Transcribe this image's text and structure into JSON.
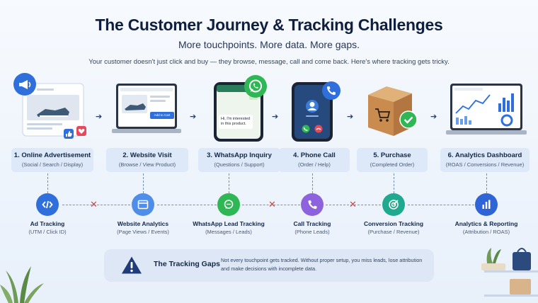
{
  "header": {
    "title": "The Customer Journey & Tracking Challenges",
    "subtitle": "More touchpoints. More data. More gaps.",
    "intro": "Your customer doesn't just click and buy — they browse, message, call and come back. Here's where tracking gets tricky."
  },
  "stages": [
    {
      "title": "1. Online Advertisement",
      "sub": "(Social / Search / Display)",
      "icon": "megaphone-icon"
    },
    {
      "title": "2. Website Visit",
      "sub": "(Browse / View Product)",
      "icon": "laptop-icon",
      "button": "Add to Cart"
    },
    {
      "title": "3. WhatsApp Inquiry",
      "sub": "(Questions / Support)",
      "icon": "whatsapp-icon",
      "message": "Hi, I'm interested in this product."
    },
    {
      "title": "4. Phone Call",
      "sub": "(Order / Help)",
      "icon": "phone-icon"
    },
    {
      "title": "5. Purchase",
      "sub": "(Completed Order)",
      "icon": "cart-icon"
    },
    {
      "title": "6. Analytics Dashboard",
      "sub": "(ROAS / Conversions / Revenue)",
      "icon": "dashboard-icon"
    }
  ],
  "tracking": [
    {
      "title": "Ad Tracking",
      "sub": "(UTM / Click ID)",
      "color": "#2f6fdc",
      "icon": "code-icon"
    },
    {
      "title": "Website Analytics",
      "sub": "(Page Views / Events)",
      "color": "#4f8ee8",
      "icon": "browser-icon"
    },
    {
      "title": "WhatsApp Lead Tracking",
      "sub": "(Messages / Leads)",
      "color": "#2fb655",
      "icon": "chat-icon"
    },
    {
      "title": "Call Tracking",
      "sub": "(Phone Leads)",
      "color": "#8d63dd",
      "icon": "phone-icon"
    },
    {
      "title": "Conversion Tracking",
      "sub": "(Purchase / Revenue)",
      "color": "#1fa98e",
      "icon": "target-icon"
    },
    {
      "title": "Analytics & Reporting",
      "sub": "(Attribution / ROAS)",
      "color": "#2f64d6",
      "icon": "bar-chart-icon"
    }
  ],
  "gaps": {
    "title": "The Tracking Gaps",
    "text": "Not every touchpoint gets tracked. Without proper setup, you miss leads, lose attribution and make decisions with incomplete data.",
    "icon": "warning-icon"
  },
  "colors": {
    "accent": "#2f6fdc",
    "gap": "#d94444",
    "whatsapp": "#2fb655"
  }
}
